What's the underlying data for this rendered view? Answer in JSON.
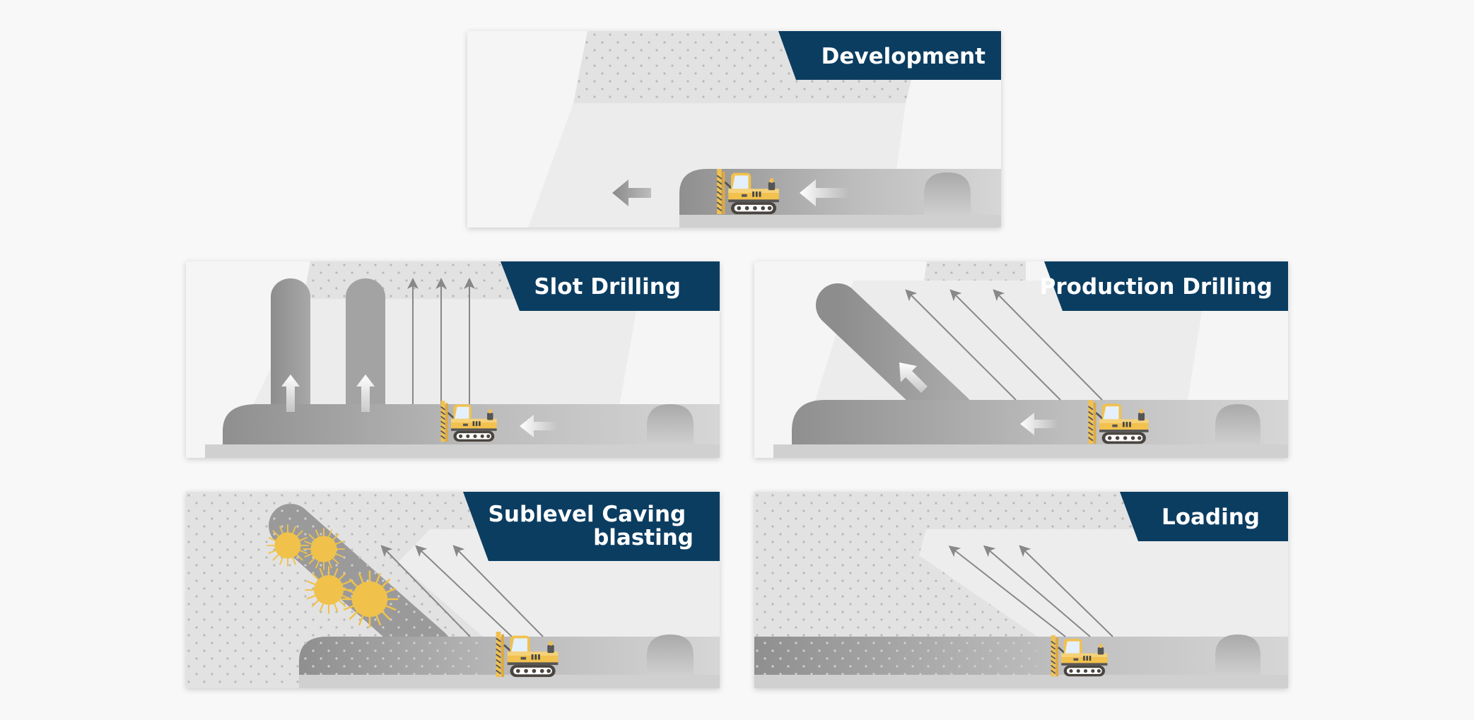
{
  "colors": {
    "banner": "#0b3d61",
    "burst": "#f0c24b",
    "rig": "#f2c14e"
  },
  "panels": {
    "development": {
      "title": "Development"
    },
    "slot_drilling": {
      "title": "Slot Drilling"
    },
    "production_drilling": {
      "title": "Production Drilling"
    },
    "sublevel_caving": {
      "title_lines": [
        "Sublevel Caving",
        "blasting"
      ]
    },
    "loading": {
      "title": "Loading"
    }
  }
}
